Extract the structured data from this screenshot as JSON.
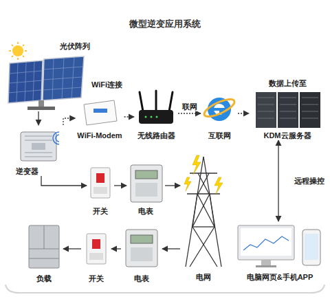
{
  "diagram": {
    "title": "微型逆变应用系统",
    "nodes": [
      {
        "text": [
          "光伏阵列"
        ]
      },
      {
        "text": [
          "WiFi-Modem"
        ]
      },
      {
        "text": [
          "无线路由器"
        ]
      },
      {
        "text": [
          "互联网"
        ]
      },
      {
        "text": [
          "数据上传至",
          "KDM云服务器"
        ]
      },
      {
        "text": [
          "逆变器"
        ]
      },
      {
        "text": [
          "开关"
        ]
      },
      {
        "text": [
          "电表"
        ]
      },
      {
        "text": [
          "电网"
        ]
      },
      {
        "text": [
          "电脑网页&手机APP"
        ]
      },
      {
        "text": [
          "负载"
        ]
      },
      {
        "text": [
          "开关"
        ]
      },
      {
        "text": [
          "电表"
        ]
      }
    ],
    "edges": [
      {
        "from": 0,
        "to": 5,
        "arrow": "to"
      },
      {
        "from": 5,
        "to": 1,
        "arrow": "to"
      },
      {
        "from": 1,
        "to": 2,
        "arrow": "to"
      },
      {
        "from": 2,
        "to": 3,
        "label": "联网",
        "arrow": "to"
      },
      {
        "from": 3,
        "to": 4,
        "arrow": "to"
      },
      {
        "from": 4,
        "to": 9,
        "label": "远程操控",
        "arrow": "both"
      },
      {
        "from": 5,
        "to": 6,
        "arrow": "to"
      },
      {
        "from": 6,
        "to": 7,
        "arrow": "to"
      },
      {
        "from": 7,
        "to": 8,
        "arrow": "to"
      },
      {
        "from": 8,
        "to": 12,
        "arrow": "to"
      },
      {
        "from": 12,
        "to": 11,
        "arrow": "to"
      },
      {
        "from": 11,
        "to": 10,
        "arrow": "to"
      }
    ],
    "labels": [
      "WiFi连接"
    ]
  }
}
